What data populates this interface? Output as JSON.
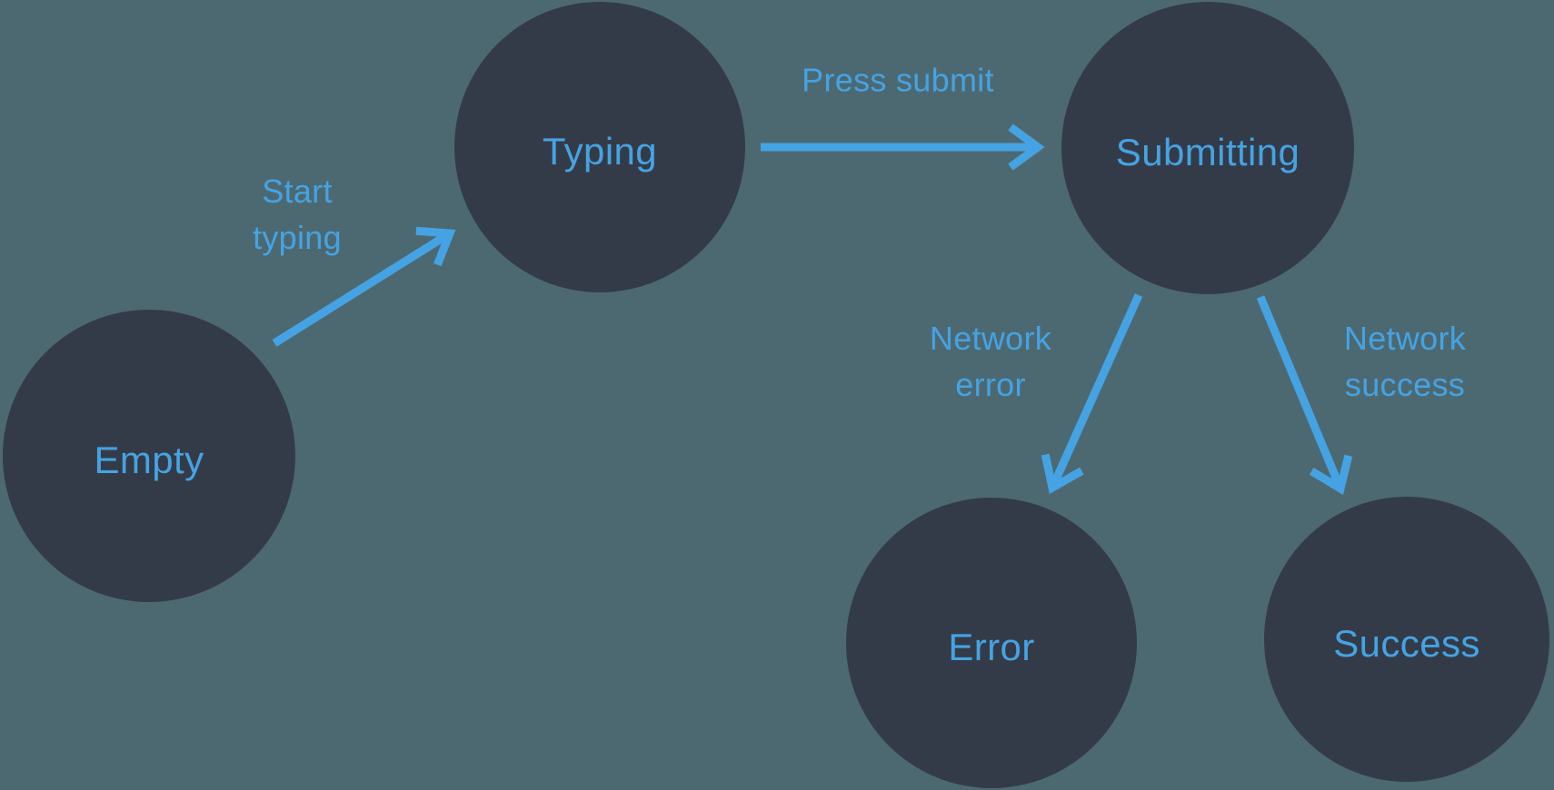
{
  "diagram": {
    "type": "state-machine",
    "colors": {
      "background": "#4C6972",
      "node_fill": "#343B48",
      "accent": "#45A3E3"
    },
    "nodes": [
      {
        "id": "empty",
        "label": "Empty"
      },
      {
        "id": "typing",
        "label": "Typing"
      },
      {
        "id": "submitting",
        "label": "Submitting"
      },
      {
        "id": "error",
        "label": "Error"
      },
      {
        "id": "success",
        "label": "Success"
      }
    ],
    "edges": [
      {
        "id": "start-typing",
        "from": "empty",
        "to": "typing",
        "label": "Start typing",
        "label_lines": [
          "Start",
          "typing"
        ]
      },
      {
        "id": "press-submit",
        "from": "typing",
        "to": "submitting",
        "label": "Press submit",
        "label_lines": [
          "Press submit"
        ]
      },
      {
        "id": "network-error",
        "from": "submitting",
        "to": "error",
        "label": "Network error",
        "label_lines": [
          "Network",
          "error"
        ]
      },
      {
        "id": "network-success",
        "from": "submitting",
        "to": "success",
        "label": "Network success",
        "label_lines": [
          "Network",
          "success"
        ]
      }
    ]
  }
}
